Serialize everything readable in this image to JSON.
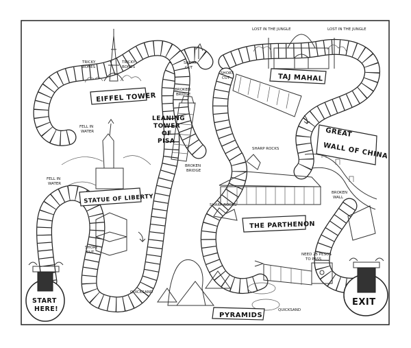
{
  "landmarks": {
    "eiffel": "EIFFEL TOWER",
    "taj": "TAJ MAHAL",
    "wall_line1": "GREAT",
    "wall_line2": "WALL OF CHINA",
    "pisa_line1": "LEANING",
    "pisa_line2": "TOWER",
    "pisa_line3": "OF",
    "pisa_line4": "PISA",
    "liberty": "STATUE OF LIBERTY",
    "parthenon": "THE PARTHENON",
    "pyramids": "PYRAMIDS"
  },
  "spaces": {
    "start_line1": "START",
    "start_line2": "HERE!",
    "exit": "EXIT"
  },
  "notes": {
    "tricky_bones_left_1": "TRICKY",
    "tricky_bones_left_2": "BONES",
    "tricky_bones_right_1": "TRICKY",
    "tricky_bones_right_2": "BONES",
    "lost_jungle_left": "LOST IN THE JUNGLE",
    "lost_jungle_right": "LOST IN THE JUNGLE",
    "short_cut_top_1": "SHORT",
    "short_cut_top_2": "CUT",
    "short_cut_mid_1": "SHORT",
    "short_cut_mid_2": "CUT",
    "short_cut_bottom_1": "SHORT",
    "short_cut_bottom_2": "CUT",
    "broken_bridge_1": "BROKEN",
    "broken_bridge_2": "BRIDGE",
    "broken_bridge2_1": "BROKEN",
    "broken_bridge2_2": "BRIDGE",
    "broken_wall_1": "BROKEN",
    "broken_wall_2": "WALL",
    "fell_water_top_1": "FELL IN",
    "fell_water_top_2": "WATER",
    "fell_water_mid_1": "FELL IN",
    "fell_water_mid_2": "WATER",
    "sharp_rocks_top": "SHARP ROCKS",
    "sharp_rocks_left": "SHARP ROCKS",
    "quicksand_left": "QUICKSAND",
    "quicksand_right": "QUICKSAND",
    "need_pesos_1": "NEED 25 PESOS",
    "need_pesos_2": "TO PASS"
  },
  "colors": {
    "ink": "#222222",
    "paper": "#ffffff",
    "door": "#333333"
  }
}
